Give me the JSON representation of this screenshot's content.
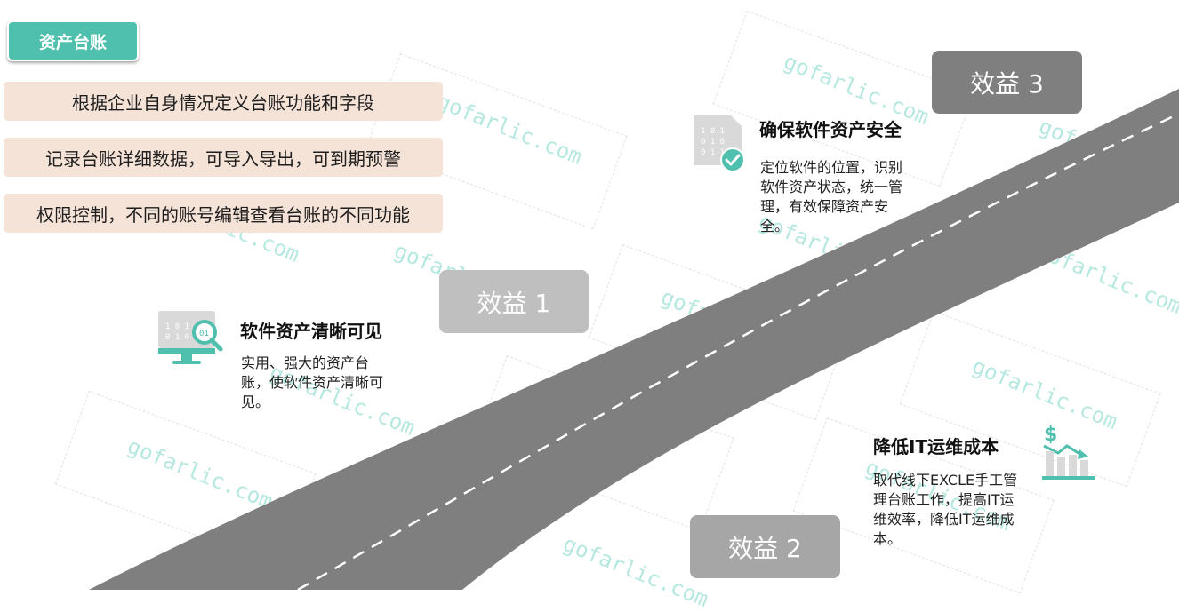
{
  "tag": {
    "label": "资产台账"
  },
  "features": [
    "根据企业自身情况定义台账功能和字段",
    "记录台账详细数据，可导入导出，可到期预警",
    "权限控制，不同的账号编辑查看台账的不同功能"
  ],
  "benefits": [
    {
      "label": "效益 1",
      "title": "软件资产清晰可见",
      "desc": "实用、强大的资产台账，使软件资产清晰可见。",
      "icon": "monitor-search-icon"
    },
    {
      "label": "效益 2",
      "title": "降低IT运维成本",
      "desc": "取代线下EXCLE手工管理台账工作，提高IT运维效率，降低IT运维成本。",
      "icon": "cost-chart-icon"
    },
    {
      "label": "效益 3",
      "title": "确保软件资产安全",
      "desc": "定位软件的位置，识别软件资产状态，统一管理，有效保障资产安全。",
      "icon": "secure-file-icon"
    }
  ],
  "watermark": {
    "text": "gofarlic.com"
  },
  "colors": {
    "road": "#7f7f7f",
    "accent": "#4fc0ad",
    "feature_bg": "#f6e3d7"
  }
}
